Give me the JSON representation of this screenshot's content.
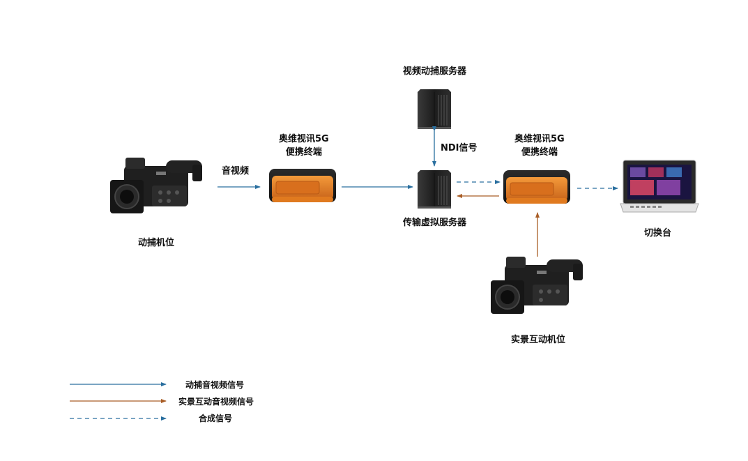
{
  "nodes": {
    "capture_camera": {
      "label": "动捕机位"
    },
    "terminal_left": {
      "label_line1": "奥维视讯5G",
      "label_line2": "便携终端"
    },
    "video_capture_server": {
      "label": "视频动捕服务器"
    },
    "transmission_server": {
      "label": "传输虚拟服务器"
    },
    "terminal_right": {
      "label_line1": "奥维视讯5G",
      "label_line2": "便携终端"
    },
    "switcher": {
      "label": "切换台"
    },
    "live_camera": {
      "label": "实景互动机位"
    }
  },
  "edges": {
    "av_label": "音视频",
    "ndi_label": "NDI信号"
  },
  "legend": {
    "items": [
      {
        "label": "动捕音视频信号",
        "style": "solid",
        "color": "#2a6f9f"
      },
      {
        "label": "实景互动音视频信号",
        "style": "solid",
        "color": "#a95e27"
      },
      {
        "label": "合成信号",
        "style": "dashed",
        "color": "#2a6f9f"
      }
    ]
  },
  "colors": {
    "blue": "#2a6f9f",
    "brown": "#a95e27",
    "orange": "#e07a1f"
  }
}
